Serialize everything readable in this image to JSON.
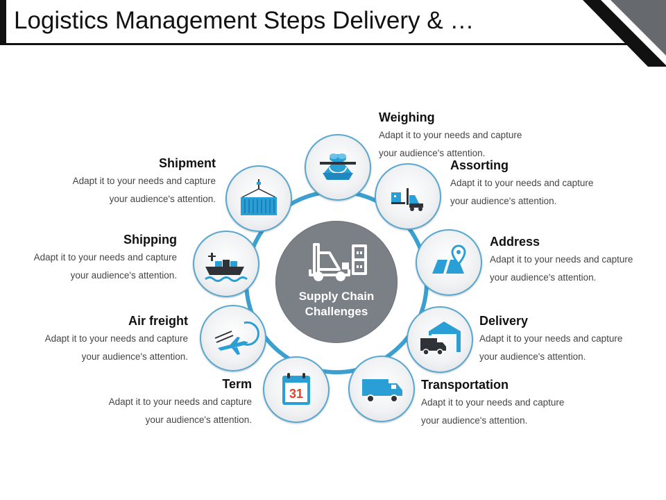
{
  "title": "Logistics Management Steps Delivery & …",
  "hub": {
    "line1": "Supply Chain",
    "line2": "Challenges"
  },
  "steps": [
    {
      "heading": "Weighing",
      "line1": "Adapt it to your needs and capture",
      "line2": "your audience's attention.",
      "icon": "scale-icon"
    },
    {
      "heading": "Assorting",
      "line1": "Adapt it to your needs and capture",
      "line2": "your audience's attention.",
      "icon": "forklift-icon"
    },
    {
      "heading": "Address",
      "line1": "Adapt it to your needs and capture",
      "line2": "your audience's attention.",
      "icon": "map-pin-icon"
    },
    {
      "heading": "Delivery",
      "line1": "Adapt it to your needs and capture",
      "line2": "your audience's attention.",
      "icon": "warehouse-truck-icon"
    },
    {
      "heading": "Transportation",
      "line1": "Adapt it to your needs and capture",
      "line2": "your audience's attention.",
      "icon": "van-icon"
    },
    {
      "heading": "Term",
      "line1": "Adapt it to your needs and capture",
      "line2": "your audience's attention.",
      "icon": "calendar-icon",
      "calendar_day": "31"
    },
    {
      "heading": "Air freight",
      "line1": "Adapt it to your needs and capture",
      "line2": "your audience's attention.",
      "icon": "airplane-icon"
    },
    {
      "heading": "Shipping",
      "line1": "Adapt it to your needs and capture",
      "line2": "your audience's attention.",
      "icon": "cargo-ship-icon"
    },
    {
      "heading": "Shipment",
      "line1": "Adapt it to your needs and capture",
      "line2": "your audience's attention.",
      "icon": "container-icon"
    }
  ],
  "colors": {
    "accent": "#2a9fd6",
    "ring": "#3b9fcf",
    "hub": "#7b8086",
    "icon_dark": "#3a3f45",
    "title": "#111111",
    "calendar_text": "#e0412b"
  }
}
